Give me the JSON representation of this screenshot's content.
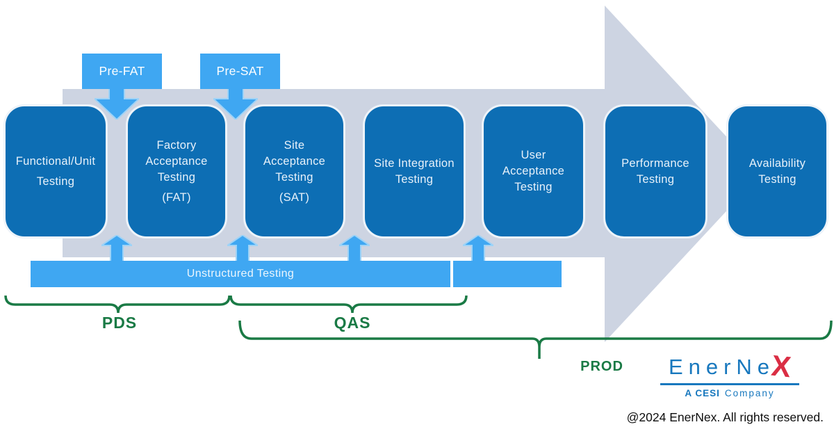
{
  "diagram": {
    "pre_stage_labels": [
      {
        "label": "Pre-FAT"
      },
      {
        "label": "Pre-SAT"
      }
    ],
    "phases": [
      {
        "lines": [
          "Functional/Unit",
          "",
          "Testing"
        ]
      },
      {
        "lines": [
          "Factory",
          "Acceptance",
          "Testing",
          "",
          "(FAT)"
        ]
      },
      {
        "lines": [
          "Site",
          "Acceptance",
          "Testing",
          "",
          "(SAT)"
        ]
      },
      {
        "lines": [
          "Site Integration",
          "Testing"
        ]
      },
      {
        "lines": [
          "User",
          "Acceptance",
          "Testing"
        ]
      },
      {
        "lines": [
          "Performance",
          "Testing"
        ]
      },
      {
        "lines": [
          "Availability",
          "Testing"
        ]
      }
    ],
    "unstructured_bar": {
      "label": "Unstructured Testing"
    },
    "environment_labels": [
      {
        "label": "PDS"
      },
      {
        "label": "QAS"
      },
      {
        "label": "PROD"
      }
    ]
  },
  "branding": {
    "logo_text_blue": "EnerNe",
    "logo_text_red": "X",
    "logo_subtitle_bold": "A CESI",
    "logo_subtitle_regular": "Company",
    "copyright": "@2024 EnerNex. All rights reserved."
  },
  "colors": {
    "phase_box_blue": "#0d6eb4",
    "accent_light_blue": "#3fa7f2",
    "process_arrow_gray": "#cdd4e2",
    "bracket_green": "#1a7a45",
    "logo_blue": "#1878be",
    "logo_red": "#da2e44"
  }
}
